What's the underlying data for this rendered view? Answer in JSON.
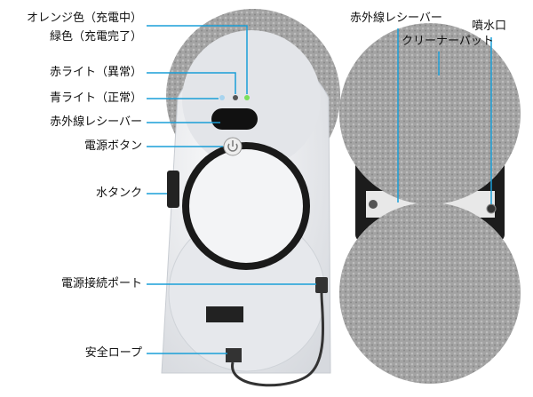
{
  "left_labels": {
    "charging_orange": "オレンジ色（充電中）",
    "charged_green": "緑色（充電完了）",
    "red_light": "赤ライト（異常）",
    "blue_light": "青ライト（正常）",
    "ir_receiver": "赤外線レシーバー",
    "power_button": "電源ボタン",
    "water_tank": "水タンク",
    "power_port": "電源接続ポート",
    "safety_rope": "安全ロープ"
  },
  "right_labels": {
    "ir_receiver": "赤外線レシーバー",
    "cleaner_pad": "クリーナーパット",
    "water_nozzle": "噴水口"
  },
  "colors": {
    "leader_line": "#1a9fd8",
    "pad": "#9a9a9a",
    "body": "#e9ebee",
    "led_green": "#7be05a",
    "led_blue": "#a8d4ef",
    "led_dark": "#555555"
  }
}
